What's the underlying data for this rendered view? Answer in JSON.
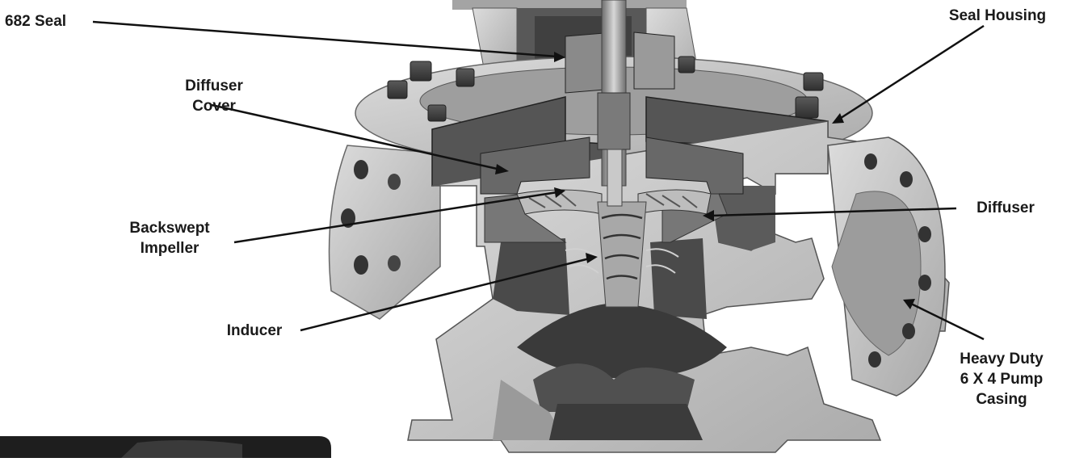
{
  "labels": {
    "seal": "682 Seal",
    "diffuser_cover_line1": "Diffuser",
    "diffuser_cover_line2": "Cover",
    "impeller_line1": "Backswept",
    "impeller_line2": "Impeller",
    "inducer": "Inducer",
    "seal_housing": "Seal Housing",
    "diffuser": "Diffuser",
    "casing_line1": "Heavy Duty",
    "casing_line2": "6 X 4 Pump",
    "casing_line3": "Casing"
  },
  "colors": {
    "metal_dark": "#3a3a3a",
    "metal_mid": "#7a7a7a",
    "metal_light": "#b9b9b9",
    "casting": "#cfcfcf",
    "leader": "#111111",
    "text": "#1a1a1a"
  }
}
